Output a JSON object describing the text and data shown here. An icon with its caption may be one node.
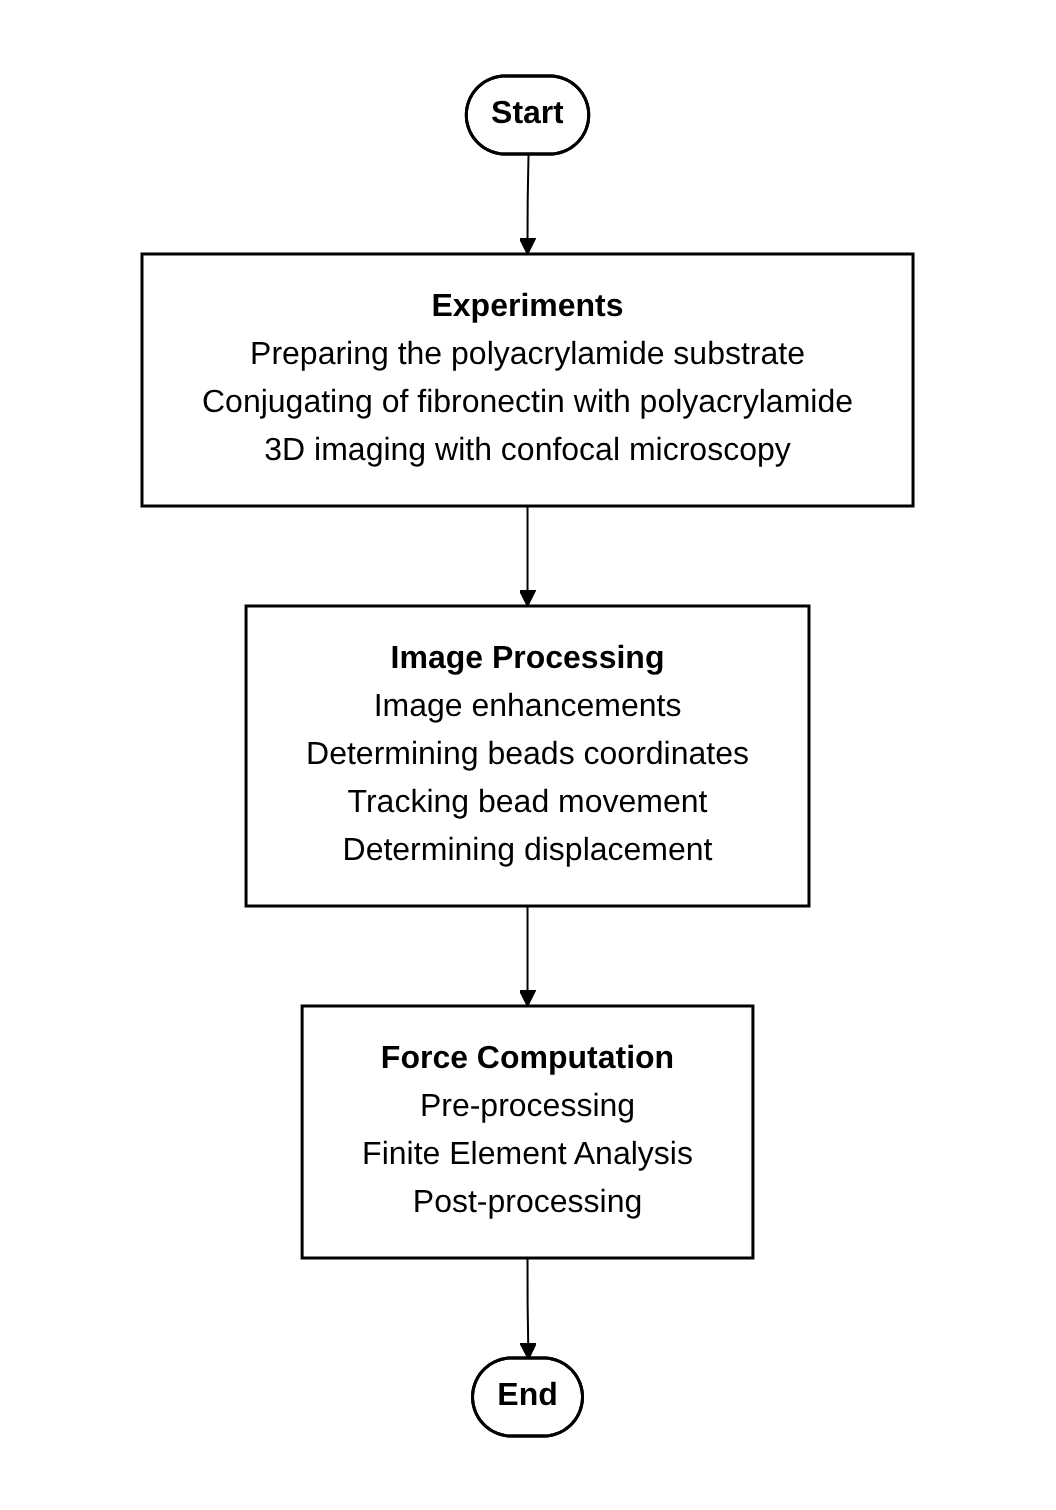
{
  "diagram": {
    "nodes": [
      {
        "text": [
          "Start"
        ]
      },
      {
        "text": [
          "Experiments",
          "Preparing the polyacrylamide substrate",
          "Conjugating of fibronectin with polyacrylamide",
          "3D imaging with confocal microscopy"
        ]
      },
      {
        "text": [
          "Image Processing",
          "Image enhancements",
          "Determining beads coordinates",
          "Tracking bead movement",
          "Determining displacement"
        ]
      },
      {
        "text": [
          "Force Computation",
          "Pre-processing",
          "Finite Element Analysis",
          "Post-processing"
        ]
      },
      {
        "text": [
          "End"
        ]
      }
    ],
    "edges": [
      {
        "from": 0,
        "to": 1,
        "arrow": "to"
      },
      {
        "from": 1,
        "to": 2,
        "arrow": "to"
      },
      {
        "from": 2,
        "to": 3,
        "arrow": "to"
      },
      {
        "from": 3,
        "to": 4,
        "arrow": "to"
      }
    ]
  }
}
